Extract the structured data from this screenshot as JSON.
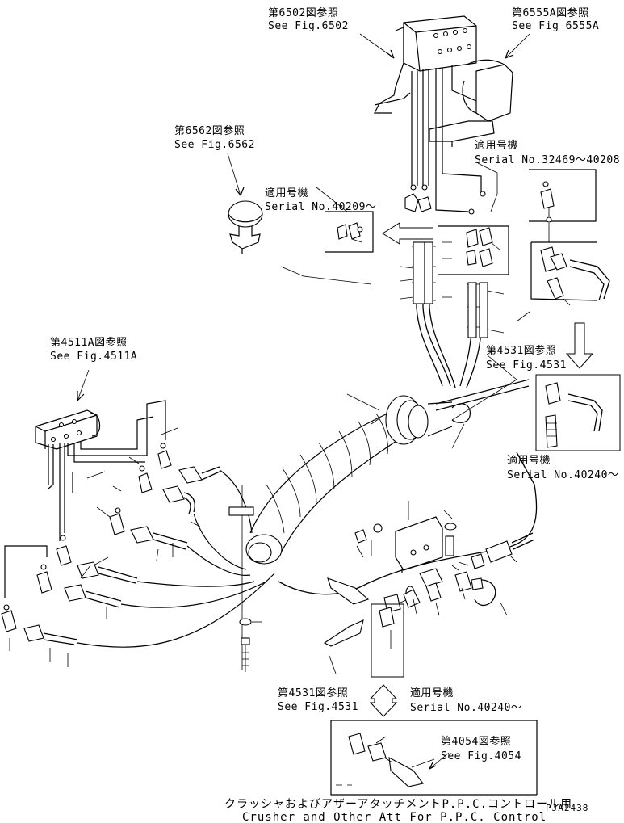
{
  "callouts": {
    "fig6502": {
      "jp": "第6502図参照",
      "en": "See Fig.6502"
    },
    "fig6555A": {
      "jp": "第6555A図参照",
      "en": "See Fig 6555A"
    },
    "fig6562": {
      "jp": "第6562図参照",
      "en": "See Fig.6562"
    },
    "fig4511A": {
      "jp": "第4511A図参照",
      "en": "See Fig.4511A"
    },
    "fig4531_right": {
      "jp": "第4531図参照",
      "en": "See Fig.4531"
    },
    "fig4531_bottom": {
      "jp": "第4531図参照",
      "en": "See Fig.4531"
    },
    "fig4054": {
      "jp": "第4054図参照",
      "en": "See Fig.4054"
    }
  },
  "serials": {
    "s32469": {
      "jp": "適用号機",
      "en": "Serial No.32469～40208"
    },
    "s40209": {
      "jp": "適用号機",
      "en": "Serial No.40209～"
    },
    "s40240_right": {
      "jp": "適用号機",
      "en": "Serial No.40240～"
    },
    "s40240_bottom": {
      "jp": "適用号機",
      "en": "Serial No.40240～"
    }
  },
  "caption": {
    "jp": "クラッシャおよびアザーアタッチメントP.P.C.コントロール用",
    "en": "Crusher and Other Att For P.P.C. Control"
  },
  "drawing_code": "PJA2438"
}
